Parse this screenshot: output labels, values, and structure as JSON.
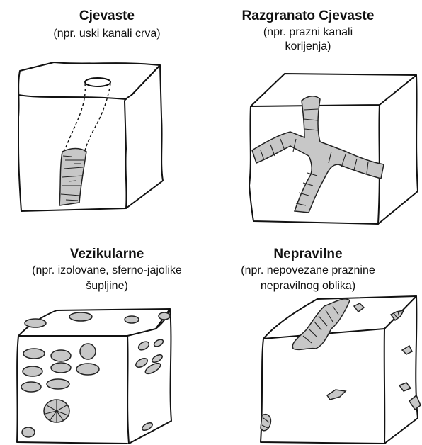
{
  "panels": [
    {
      "title": "Cjevaste",
      "desc": [
        "(npr. uski kanali crva)"
      ]
    },
    {
      "title": "Razgranato Cjevaste",
      "desc": [
        "(npr. prazni kanali",
        "korijenja)"
      ]
    },
    {
      "title": "Vezikularne",
      "desc": [
        "(npr. izolovane, sferno-jajolike",
        "šupljine)"
      ]
    },
    {
      "title": "Nepravilne",
      "desc": [
        "(npr. nepovezane praznine",
        "nepravilnog oblika)"
      ]
    }
  ]
}
